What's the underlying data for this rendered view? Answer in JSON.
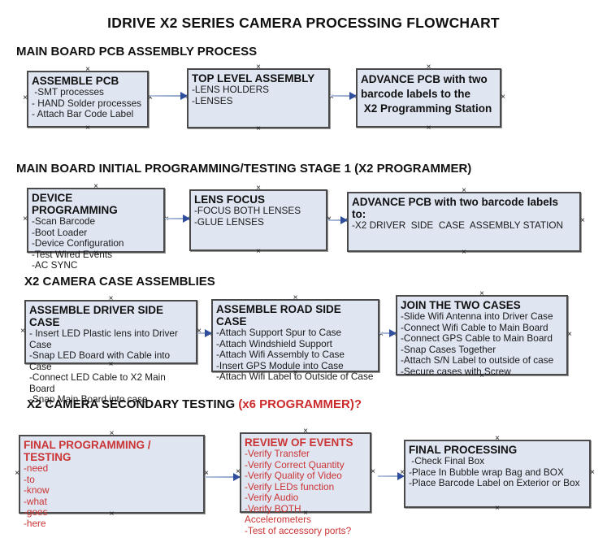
{
  "title": "IDRIVE X2  SERIES CAMERA PROCESSING FLOWCHART",
  "colors": {
    "background": "#ffffff",
    "box_fill": "#dfe5f1",
    "box_border": "#4a4a4a",
    "arrow_line": "#8aa3c9",
    "arrow_head": "#2f4f9c",
    "red_text": "#cb3434",
    "black_text": "#111111"
  },
  "icons": {
    "connector_handle": "×"
  },
  "sections": [
    {
      "heading": "MAIN BOARD PCB ASSEMBLY PROCESS",
      "heading_red": "",
      "boxes": [
        {
          "title": "ASSEMBLE PCB",
          "items": [
            " -SMT processes",
            "- HAND Solder processes",
            "- Attach Bar Code Label"
          ]
        },
        {
          "title": "TOP LEVEL ASSEMBLY",
          "items": [
            "-LENS HOLDERS",
            "-LENSES"
          ]
        },
        {
          "title": "ADVANCE PCB with two\nbarcode labels to the\n X2 Programming Station",
          "items": []
        }
      ]
    },
    {
      "heading": "MAIN BOARD INITIAL PROGRAMMING/TESTING STAGE 1 (X2 PROGRAMMER)",
      "heading_red": "",
      "boxes": [
        {
          "title": "DEVICE PROGRAMMING",
          "items": [
            "-Scan Barcode",
            "-Boot Loader",
            "-Device Configuration",
            "-Test Wired Events",
            "-AC SYNC"
          ]
        },
        {
          "title": "LENS FOCUS",
          "items": [
            "-FOCUS BOTH LENSES",
            "-GLUE LENSES"
          ]
        },
        {
          "title": "ADVANCE PCB with two barcode labels to:",
          "items": [
            "-X2 DRIVER  SIDE  CASE  ASSEMBLY STATION"
          ]
        }
      ]
    },
    {
      "heading": "X2 CAMERA CASE ASSEMBLIES",
      "heading_red": "",
      "boxes": [
        {
          "title": "ASSEMBLE DRIVER SIDE CASE",
          "items": [
            "- Insert LED Plastic lens into Driver Case",
            "-Snap LED Board with Cable into Case",
            "-Connect LED Cable to X2 Main Board",
            "-Snap Main Board into case"
          ]
        },
        {
          "title": "ASSEMBLE ROAD SIDE CASE",
          "items": [
            "-Attach Support Spur to Case",
            "-Attach Windshield Support",
            "-Attach Wifi Assembly to Case",
            "-Insert GPS Module into Case",
            "-Attach Wifi Label to Outside of Case"
          ]
        },
        {
          "title": "JOIN THE TWO CASES",
          "items": [
            "-Slide Wifi Antenna into Driver Case",
            "-Connect Wifi Cable to Main Board",
            "-Connect GPS Cable to Main Board",
            "-Snap Cases Together",
            "-Attach S/N Label to outside of case",
            "-Secure cases with Screw"
          ]
        }
      ]
    },
    {
      "heading": "X2 CAMERA SECONDARY TESTING  ",
      "heading_red": "(x6 PROGRAMMER)?",
      "boxes": [
        {
          "title": "FINAL PROGRAMMING / TESTING",
          "items": [
            "-need",
            "-to",
            "-know",
            "-what",
            "-goes",
            "-here"
          ]
        },
        {
          "title": "REVIEW OF EVENTS",
          "items": [
            "-Verify Transfer",
            "-Verify Correct Quantity",
            "-Verify Quality of Video",
            "-Verify LEDs function",
            "-Verify Audio",
            "-Verify BOTH Accelerometers",
            "-Test of accessory ports?"
          ]
        },
        {
          "title": "FINAL PROCESSING",
          "items": [
            " -Check Final Box",
            "-Place In Bubble wrap Bag and BOX",
            "-Place Barcode Label on Exterior or Box"
          ]
        }
      ]
    }
  ]
}
